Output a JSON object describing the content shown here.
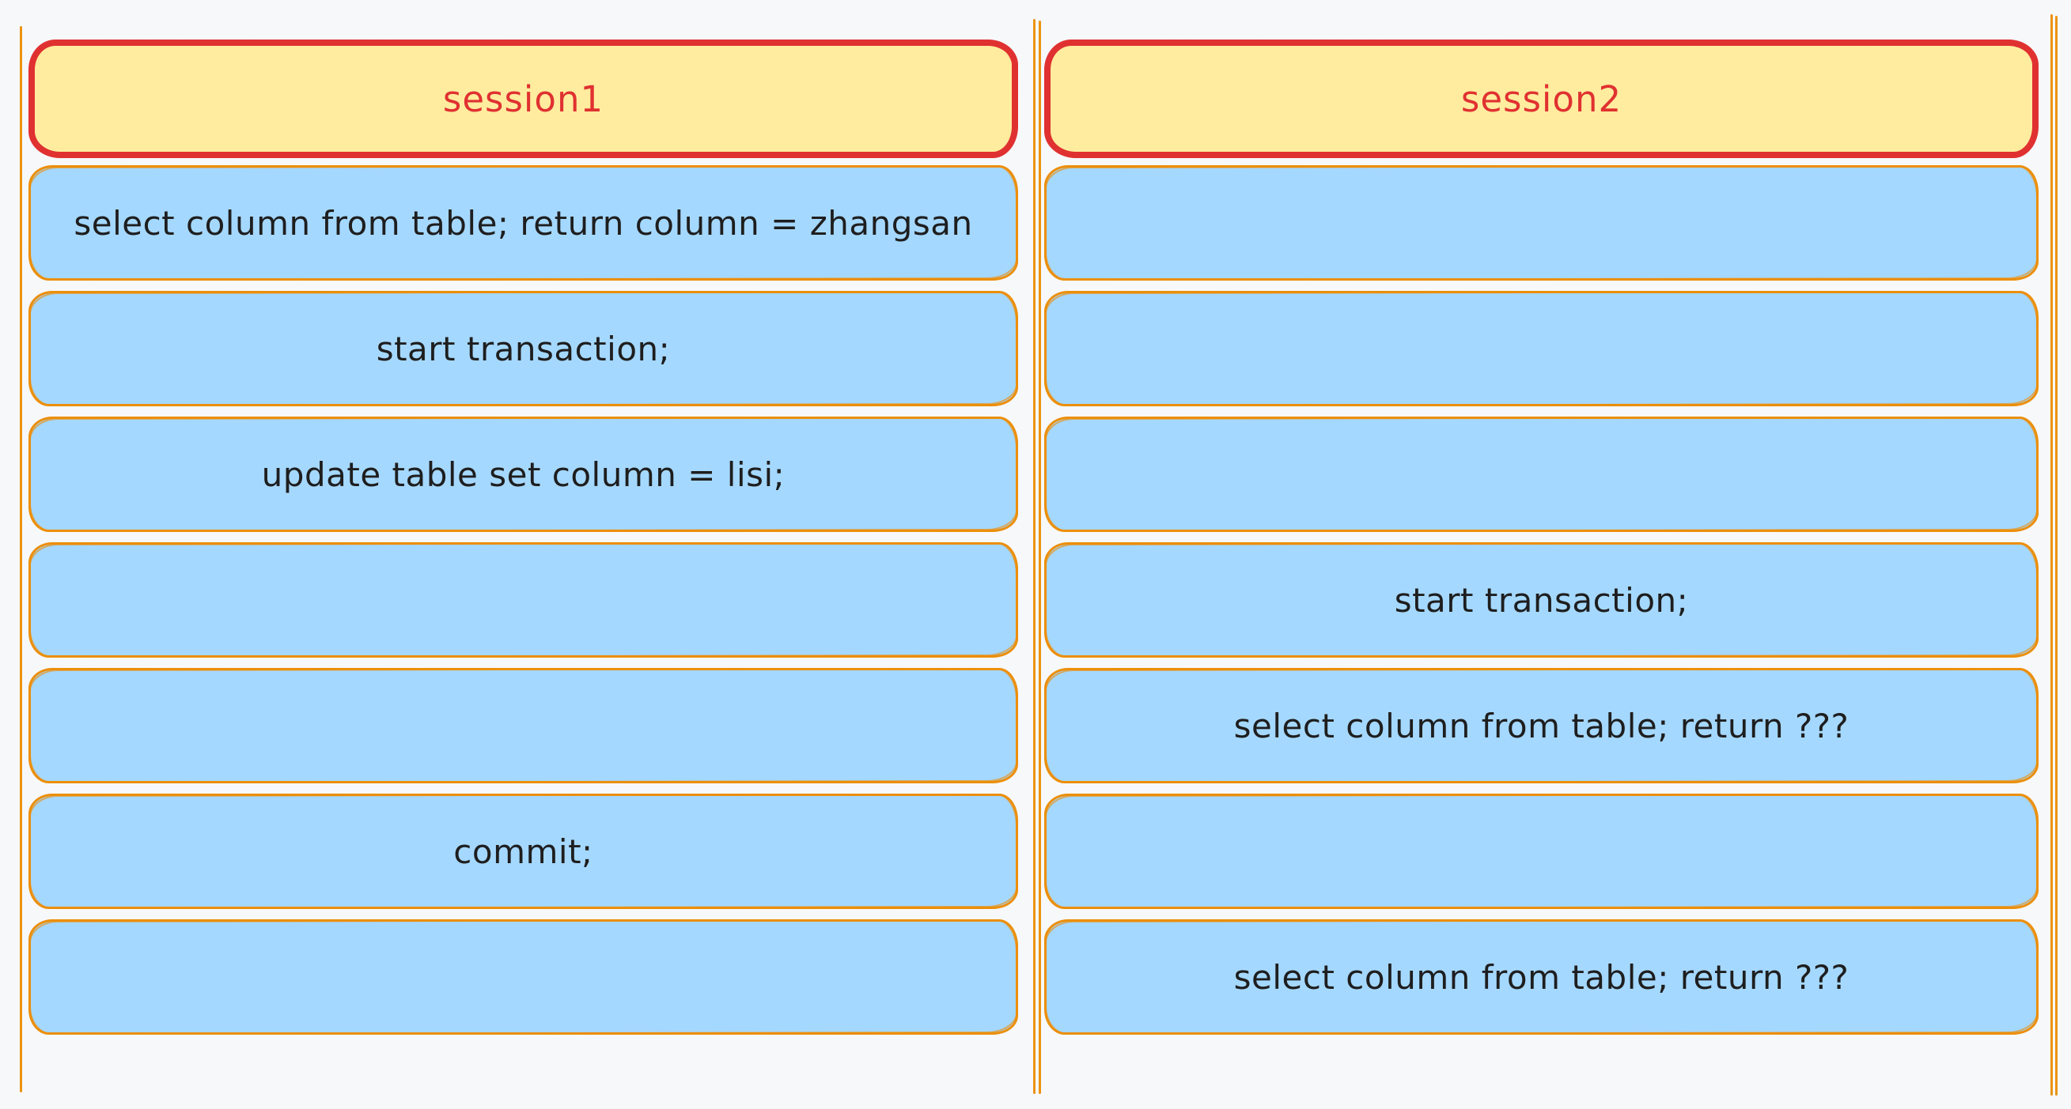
{
  "colors": {
    "background": "#f7f8fa",
    "lane_line": "#ec9410",
    "header_fill": "#ffec9e",
    "header_border": "#e03131",
    "header_text": "#e03131",
    "step_fill": "#a5d8ff",
    "step_border": "#ec8f0a",
    "step_text": "#1e1e1e"
  },
  "columns": [
    {
      "header": "session1",
      "rows": [
        "select column from table; return column = zhangsan",
        "start transaction;",
        "update table set column = lisi;",
        "",
        "",
        "commit;",
        ""
      ]
    },
    {
      "header": "session2",
      "rows": [
        "",
        "",
        "",
        "start transaction;",
        "select column from table; return ???",
        "",
        "select column from table; return ???"
      ]
    }
  ]
}
